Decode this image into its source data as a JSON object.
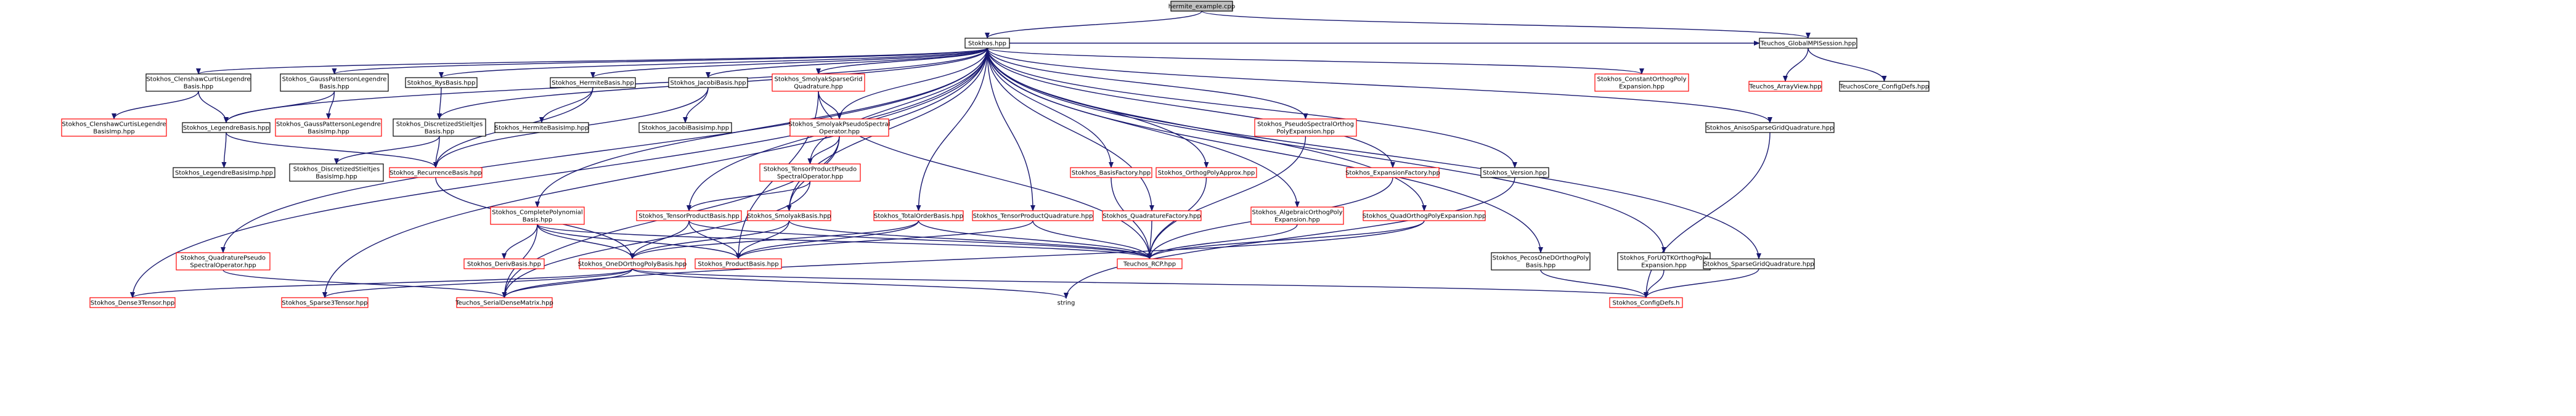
{
  "nodes": [
    {
      "id": "hermite_example",
      "lines": [
        "hermite_example.cpp"
      ],
      "style": "root"
    },
    {
      "id": "Stokhos_hpp",
      "lines": [
        "Stokhos.hpp"
      ],
      "style": "black"
    },
    {
      "id": "Teuchos_GlobalMPISession",
      "lines": [
        "Teuchos_GlobalMPISession.hpp"
      ],
      "style": "black"
    },
    {
      "id": "Teuchos_ArrayView",
      "lines": [
        "Teuchos_ArrayView.hpp"
      ],
      "style": "red"
    },
    {
      "id": "TeuchosCore_ConfigDefs",
      "lines": [
        "TeuchosCore_ConfigDefs.hpp"
      ],
      "style": "black"
    },
    {
      "id": "ClenshawCurtisLegendre",
      "lines": [
        "Stokhos_ClenshawCurtisLegendre",
        "Basis.hpp"
      ],
      "style": "black"
    },
    {
      "id": "GaussPattersonLegendre",
      "lines": [
        "Stokhos_GaussPattersonLegendre",
        "Basis.hpp"
      ],
      "style": "black"
    },
    {
      "id": "RysBasis",
      "lines": [
        "Stokhos_RysBasis.hpp"
      ],
      "style": "black"
    },
    {
      "id": "HermiteBasis",
      "lines": [
        "Stokhos_HermiteBasis.hpp"
      ],
      "style": "black"
    },
    {
      "id": "JacobiBasis",
      "lines": [
        "Stokhos_JacobiBasis.hpp"
      ],
      "style": "black"
    },
    {
      "id": "SmolyakSparseGridQuadrature",
      "lines": [
        "Stokhos_SmolyakSparseGrid",
        "Quadrature.hpp"
      ],
      "style": "red"
    },
    {
      "id": "ConstantOrthogPolyExpansion",
      "lines": [
        "Stokhos_ConstantOrthogPoly",
        "Expansion.hpp"
      ],
      "style": "red"
    },
    {
      "id": "ClenshawCurtisLegendreImp",
      "lines": [
        "Stokhos_ClenshawCurtisLegendre",
        "BasisImp.hpp"
      ],
      "style": "red"
    },
    {
      "id": "LegendreBasis",
      "lines": [
        "Stokhos_LegendreBasis.hpp"
      ],
      "style": "black"
    },
    {
      "id": "GaussPattersonLegendreImp",
      "lines": [
        "Stokhos_GaussPattersonLegendre",
        "BasisImp.hpp"
      ],
      "style": "red"
    },
    {
      "id": "DiscretizedStieltjes",
      "lines": [
        "Stokhos_DiscretizedStieltjes",
        "Basis.hpp"
      ],
      "style": "black"
    },
    {
      "id": "HermiteBasisImp",
      "lines": [
        "Stokhos_HermiteBasisImp.hpp"
      ],
      "style": "black"
    },
    {
      "id": "JacobiBasisImp",
      "lines": [
        "Stokhos_JacobiBasisImp.hpp"
      ],
      "style": "black"
    },
    {
      "id": "SmolyakPseudoSpectral",
      "lines": [
        "Stokhos_SmolyakPseudoSpectral",
        "Operator.hpp"
      ],
      "style": "red"
    },
    {
      "id": "PseudoSpectralOrthog",
      "lines": [
        "Stokhos_PseudoSpectralOrthog",
        "PolyExpansion.hpp"
      ],
      "style": "red"
    },
    {
      "id": "AnisoSparseGridQuadrature",
      "lines": [
        "Stokhos_AnisoSparseGridQuadrature.hpp"
      ],
      "style": "black"
    },
    {
      "id": "LegendreBasisImp",
      "lines": [
        "Stokhos_LegendreBasisImp.hpp"
      ],
      "style": "black"
    },
    {
      "id": "DiscretizedStieltjesImp",
      "lines": [
        "Stokhos_DiscretizedStieltjes",
        "BasisImp.hpp"
      ],
      "style": "black"
    },
    {
      "id": "RecurrenceBasis",
      "lines": [
        "Stokhos_RecurrenceBasis.hpp"
      ],
      "style": "red"
    },
    {
      "id": "TensorProductPseudoSpectral",
      "lines": [
        "Stokhos_TensorProductPseudo",
        "SpectralOperator.hpp"
      ],
      "style": "red"
    },
    {
      "id": "BasisFactory",
      "lines": [
        "Stokhos_BasisFactory.hpp"
      ],
      "style": "red"
    },
    {
      "id": "OrthogPolyApprox",
      "lines": [
        "Stokhos_OrthogPolyApprox.hpp"
      ],
      "style": "red"
    },
    {
      "id": "ExpansionFactory",
      "lines": [
        "Stokhos_ExpansionFactory.hpp"
      ],
      "style": "red"
    },
    {
      "id": "Version",
      "lines": [
        "Stokhos_Version.hpp"
      ],
      "style": "black"
    },
    {
      "id": "CompletePolynomialBasis",
      "lines": [
        "Stokhos_CompletePolynomial",
        "Basis.hpp"
      ],
      "style": "red"
    },
    {
      "id": "TensorProductBasis",
      "lines": [
        "Stokhos_TensorProductBasis.hpp"
      ],
      "style": "red"
    },
    {
      "id": "SmolyakBasis",
      "lines": [
        "Stokhos_SmolyakBasis.hpp"
      ],
      "style": "red"
    },
    {
      "id": "TotalOrderBasis",
      "lines": [
        "Stokhos_TotalOrderBasis.hpp"
      ],
      "style": "red"
    },
    {
      "id": "TensorProductQuadrature",
      "lines": [
        "Stokhos_TensorProductQuadrature.hpp"
      ],
      "style": "red"
    },
    {
      "id": "QuadratureFactory",
      "lines": [
        "Stokhos_QuadratureFactory.hpp"
      ],
      "style": "red"
    },
    {
      "id": "AlgebraicOrthogPoly",
      "lines": [
        "Stokhos_AlgebraicOrthogPoly",
        "Expansion.hpp"
      ],
      "style": "red"
    },
    {
      "id": "QuadOrthogPolyExpansion",
      "lines": [
        "Stokhos_QuadOrthogPolyExpansion.hpp"
      ],
      "style": "red"
    },
    {
      "id": "DerivBasis",
      "lines": [
        "Stokhos_DerivBasis.hpp"
      ],
      "style": "red"
    },
    {
      "id": "OneDOrthogPolyBasis",
      "lines": [
        "Stokhos_OneDOrthogPolyBasis.hpp"
      ],
      "style": "red"
    },
    {
      "id": "ProductBasis",
      "lines": [
        "Stokhos_ProductBasis.hpp"
      ],
      "style": "red"
    },
    {
      "id": "Teuchos_RCP",
      "lines": [
        "Teuchos_RCP.hpp"
      ],
      "style": "red"
    },
    {
      "id": "QuadraturePseudoSpectral",
      "lines": [
        "Stokhos_QuadraturePseudo",
        "SpectralOperator.hpp"
      ],
      "style": "red"
    },
    {
      "id": "PecosOneDOrthogPoly",
      "lines": [
        "Stokhos_PecosOneDOrthogPoly",
        "Basis.hpp"
      ],
      "style": "black"
    },
    {
      "id": "ForUQTKOrthogPoly",
      "lines": [
        "Stokhos_ForUQTKOrthogPoly",
        "Expansion.hpp"
      ],
      "style": "black"
    },
    {
      "id": "SparseGridQuadrature",
      "lines": [
        "Stokhos_SparseGridQuadrature.hpp"
      ],
      "style": "black"
    },
    {
      "id": "DenseSTensor",
      "lines": [
        "Stokhos_Dense3Tensor.hpp"
      ],
      "style": "red"
    },
    {
      "id": "SparseSTensor",
      "lines": [
        "Stokhos_Sparse3Tensor.hpp"
      ],
      "style": "red"
    },
    {
      "id": "SerialDenseMatrix",
      "lines": [
        "Teuchos_SerialDenseMatrix.hpp"
      ],
      "style": "red"
    },
    {
      "id": "string",
      "lines": [
        "string"
      ],
      "style": "plain"
    },
    {
      "id": "ConfigDefs",
      "lines": [
        "Stokhos_ConfigDefs.h"
      ],
      "style": "red"
    }
  ],
  "edges": [
    [
      "hermite_example",
      "Stokhos_hpp"
    ],
    [
      "hermite_example",
      "Teuchos_GlobalMPISession"
    ],
    [
      "Teuchos_GlobalMPISession",
      "Teuchos_ArrayView"
    ],
    [
      "Teuchos_GlobalMPISession",
      "TeuchosCore_ConfigDefs"
    ],
    [
      "Stokhos_hpp",
      "ClenshawCurtisLegendre"
    ],
    [
      "Stokhos_hpp",
      "GaussPattersonLegendre"
    ],
    [
      "Stokhos_hpp",
      "RysBasis"
    ],
    [
      "Stokhos_hpp",
      "HermiteBasis"
    ],
    [
      "Stokhos_hpp",
      "JacobiBasis"
    ],
    [
      "Stokhos_hpp",
      "SmolyakSparseGridQuadrature"
    ],
    [
      "Stokhos_hpp",
      "ConstantOrthogPolyExpansion"
    ],
    [
      "Stokhos_hpp",
      "LegendreBasis"
    ],
    [
      "Stokhos_hpp",
      "DiscretizedStieltjes"
    ],
    [
      "Stokhos_hpp",
      "SmolyakPseudoSpectral"
    ],
    [
      "Stokhos_hpp",
      "PseudoSpectralOrthog"
    ],
    [
      "Stokhos_hpp",
      "AnisoSparseGridQuadrature"
    ],
    [
      "Stokhos_hpp",
      "TensorProductPseudoSpectral"
    ],
    [
      "Stokhos_hpp",
      "BasisFactory"
    ],
    [
      "Stokhos_hpp",
      "OrthogPolyApprox"
    ],
    [
      "Stokhos_hpp",
      "ExpansionFactory"
    ],
    [
      "Stokhos_hpp",
      "Version"
    ],
    [
      "Stokhos_hpp",
      "CompletePolynomialBasis"
    ],
    [
      "Stokhos_hpp",
      "TensorProductBasis"
    ],
    [
      "Stokhos_hpp",
      "SmolyakBasis"
    ],
    [
      "Stokhos_hpp",
      "TotalOrderBasis"
    ],
    [
      "Stokhos_hpp",
      "TensorProductQuadrature"
    ],
    [
      "Stokhos_hpp",
      "QuadratureFactory"
    ],
    [
      "Stokhos_hpp",
      "AlgebraicOrthogPoly"
    ],
    [
      "Stokhos_hpp",
      "QuadOrthogPolyExpansion"
    ],
    [
      "Stokhos_hpp",
      "QuadraturePseudoSpectral"
    ],
    [
      "Stokhos_hpp",
      "PecosOneDOrthogPoly"
    ],
    [
      "Stokhos_hpp",
      "ForUQTKOrthogPoly"
    ],
    [
      "Stokhos_hpp",
      "SparseGridQuadrature"
    ],
    [
      "Stokhos_hpp",
      "DenseSTensor"
    ],
    [
      "Stokhos_hpp",
      "SparseSTensor"
    ],
    [
      "Stokhos_hpp",
      "Teuchos_GlobalMPISession"
    ],
    [
      "ClenshawCurtisLegendre",
      "ClenshawCurtisLegendreImp"
    ],
    [
      "ClenshawCurtisLegendre",
      "LegendreBasis"
    ],
    [
      "GaussPattersonLegendre",
      "LegendreBasis"
    ],
    [
      "GaussPattersonLegendre",
      "GaussPattersonLegendreImp"
    ],
    [
      "RysBasis",
      "DiscretizedStieltjes"
    ],
    [
      "HermiteBasis",
      "HermiteBasisImp"
    ],
    [
      "HermiteBasis",
      "RecurrenceBasis"
    ],
    [
      "JacobiBasis",
      "JacobiBasisImp"
    ],
    [
      "JacobiBasis",
      "RecurrenceBasis"
    ],
    [
      "SmolyakSparseGridQuadrature",
      "SmolyakPseudoSpectral"
    ],
    [
      "SmolyakSparseGridQuadrature",
      "ProductBasis"
    ],
    [
      "SmolyakSparseGridQuadrature",
      "Teuchos_RCP"
    ],
    [
      "LegendreBasis",
      "LegendreBasisImp"
    ],
    [
      "LegendreBasis",
      "RecurrenceBasis"
    ],
    [
      "DiscretizedStieltjes",
      "DiscretizedStieltjesImp"
    ],
    [
      "DiscretizedStieltjes",
      "RecurrenceBasis"
    ],
    [
      "SmolyakPseudoSpectral",
      "TensorProductPseudoSpectral"
    ],
    [
      "SmolyakPseudoSpectral",
      "SmolyakBasis"
    ],
    [
      "SmolyakPseudoSpectral",
      "SerialDenseMatrix"
    ],
    [
      "PseudoSpectralOrthog",
      "Teuchos_RCP"
    ],
    [
      "AnisoSparseGridQuadrature",
      "ConfigDefs"
    ],
    [
      "RecurrenceBasis",
      "OneDOrthogPolyBasis"
    ],
    [
      "TensorProductPseudoSpectral",
      "TensorProductBasis"
    ],
    [
      "TensorProductPseudoSpectral",
      "SerialDenseMatrix"
    ],
    [
      "BasisFactory",
      "Teuchos_RCP"
    ],
    [
      "OrthogPolyApprox",
      "Teuchos_RCP"
    ],
    [
      "ExpansionFactory",
      "Teuchos_RCP"
    ],
    [
      "Version",
      "string"
    ],
    [
      "CompletePolynomialBasis",
      "DerivBasis"
    ],
    [
      "CompletePolynomialBasis",
      "OneDOrthogPolyBasis"
    ],
    [
      "CompletePolynomialBasis",
      "ProductBasis"
    ],
    [
      "CompletePolynomialBasis",
      "SerialDenseMatrix"
    ],
    [
      "CompletePolynomialBasis",
      "Teuchos_RCP"
    ],
    [
      "TensorProductBasis",
      "OneDOrthogPolyBasis"
    ],
    [
      "TensorProductBasis",
      "ProductBasis"
    ],
    [
      "TensorProductBasis",
      "Teuchos_RCP"
    ],
    [
      "SmolyakBasis",
      "OneDOrthogPolyBasis"
    ],
    [
      "SmolyakBasis",
      "ProductBasis"
    ],
    [
      "SmolyakBasis",
      "Teuchos_RCP"
    ],
    [
      "TotalOrderBasis",
      "OneDOrthogPolyBasis"
    ],
    [
      "TotalOrderBasis",
      "ProductBasis"
    ],
    [
      "TotalOrderBasis",
      "Teuchos_RCP"
    ],
    [
      "TensorProductQuadrature",
      "ProductBasis"
    ],
    [
      "TensorProductQuadrature",
      "Teuchos_RCP"
    ],
    [
      "QuadratureFactory",
      "Teuchos_RCP"
    ],
    [
      "AlgebraicOrthogPoly",
      "Teuchos_RCP"
    ],
    [
      "QuadOrthogPolyExpansion",
      "Teuchos_RCP"
    ],
    [
      "QuadOrthogPolyExpansion",
      "SerialDenseMatrix"
    ],
    [
      "OneDOrthogPolyBasis",
      "DenseSTensor"
    ],
    [
      "OneDOrthogPolyBasis",
      "SparseSTensor"
    ],
    [
      "OneDOrthogPolyBasis",
      "SerialDenseMatrix"
    ],
    [
      "OneDOrthogPolyBasis",
      "string"
    ],
    [
      "OneDOrthogPolyBasis",
      "ConfigDefs"
    ],
    [
      "QuadraturePseudoSpectral",
      "SerialDenseMatrix"
    ],
    [
      "PecosOneDOrthogPoly",
      "ConfigDefs"
    ],
    [
      "ForUQTKOrthogPoly",
      "ConfigDefs"
    ],
    [
      "SparseGridQuadrature",
      "ConfigDefs"
    ]
  ]
}
